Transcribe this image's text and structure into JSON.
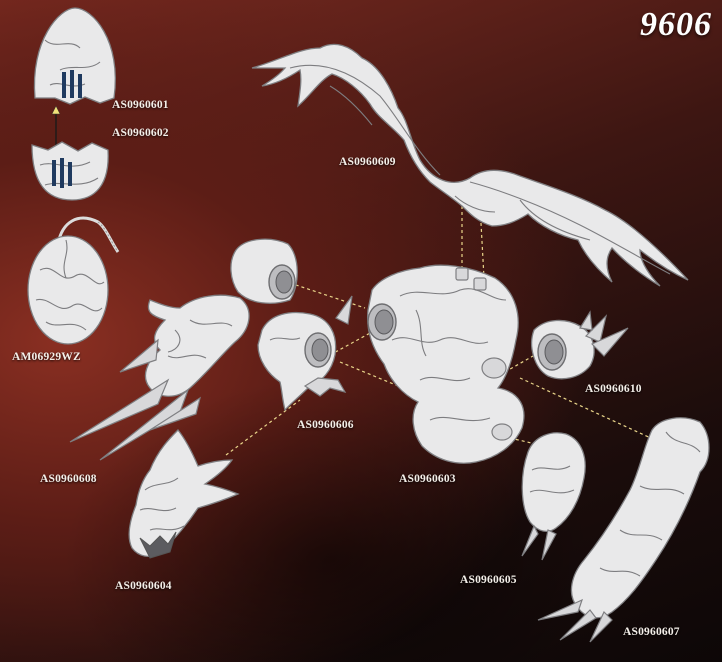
{
  "set_number": "9606",
  "parts": [
    {
      "id": "AS0960601"
    },
    {
      "id": "AS0960602"
    },
    {
      "id": "AM06929WZ"
    },
    {
      "id": "AS0960603"
    },
    {
      "id": "AS0960604"
    },
    {
      "id": "AS0960605"
    },
    {
      "id": "AS0960606"
    },
    {
      "id": "AS0960607"
    },
    {
      "id": "AS0960608"
    },
    {
      "id": "AS0960609"
    },
    {
      "id": "AS0960610"
    }
  ],
  "colors": {
    "background_red": "#8a2f22",
    "background_dark": "#1a0c0b",
    "part_fill": "#e9e9ea",
    "guide_line": "#e9d58a",
    "egg_marks": "#1f3a5f"
  }
}
